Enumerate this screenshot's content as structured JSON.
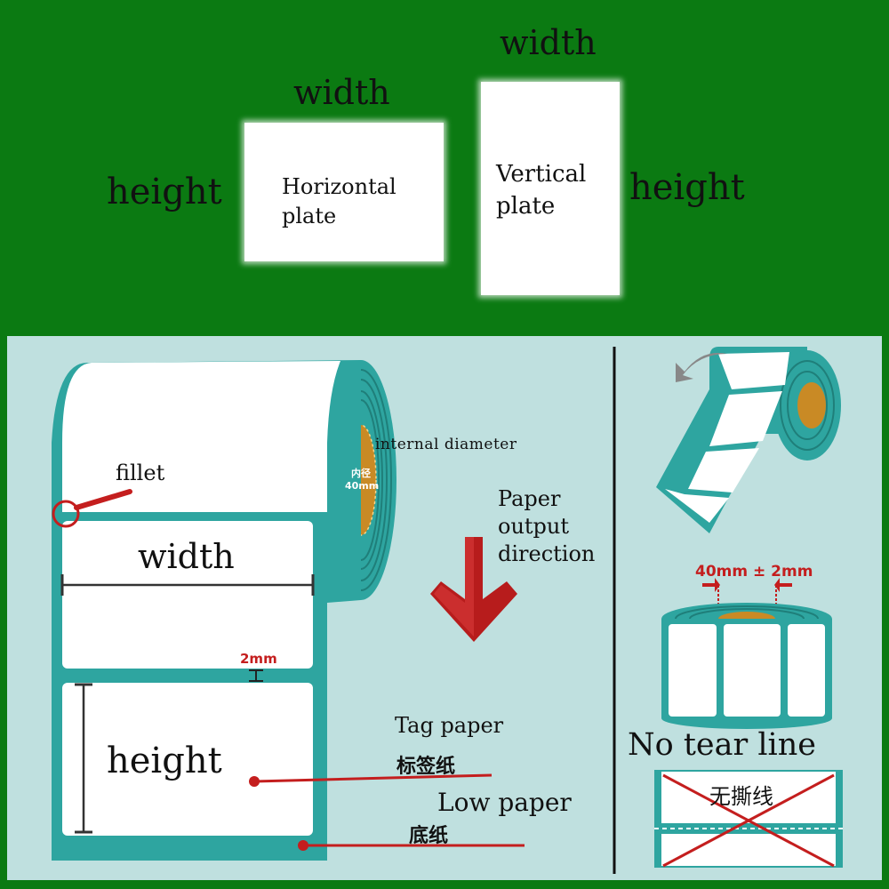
{
  "top": {
    "horizontal": {
      "width_label": "width",
      "height_label": "height",
      "plate_text": "Horizontal\nplate"
    },
    "vertical": {
      "width_label": "width",
      "height_label": "height",
      "plate_text": "Vertical\nplate"
    }
  },
  "roll_diagram": {
    "core_text_cn": "内径",
    "core_text_size": "40mm",
    "internal_diameter": "internal diameter",
    "fillet": "fillet",
    "width": "width",
    "height": "height",
    "gap": "2mm",
    "paper_output_direction": "Paper\noutput\ndirection",
    "tag_paper": "Tag paper",
    "tag_paper_cn": "标签纸",
    "low_paper": "Low paper",
    "low_paper_cn": "底纸"
  },
  "side_panel": {
    "core_size": "40mm ± 2mm",
    "no_tear_line": "No tear line",
    "no_tear_line_cn": "无撕线"
  },
  "colors": {
    "green_background": "#0b7a12",
    "panel_background": "#bfe0df",
    "teal_liner": "#2ea5a0",
    "core_orange": "#c98a25",
    "arrow_red": "#c41e1e"
  }
}
